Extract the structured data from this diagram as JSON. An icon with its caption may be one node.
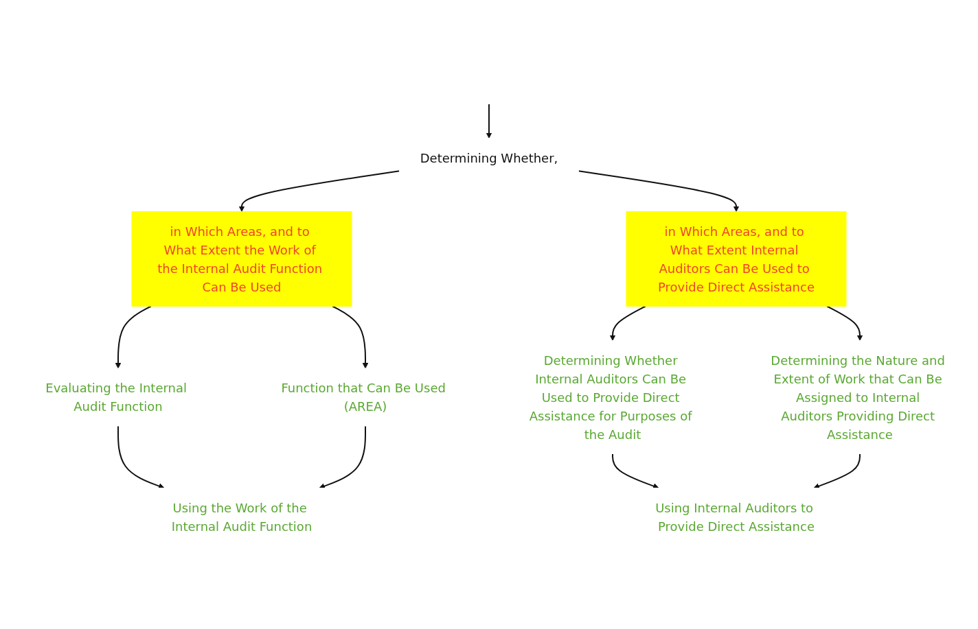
{
  "diagram": {
    "nodes": [
      {
        "text": [
          "Determining Whether,"
        ]
      },
      {
        "text": [
          "in Which Areas, and to What Extent the Work of the Internal Audit Function Can Be Used"
        ]
      },
      {
        "text": [
          "in Which Areas, and to What Extent Internal Auditors Can Be Used to Provide Direct Assistance"
        ]
      },
      {
        "text": [
          "Evaluating the Internal Audit Function"
        ]
      },
      {
        "text": [
          "Function that Can Be Used (AREA)"
        ]
      },
      {
        "text": [
          "Determining Whether Internal Auditors Can Be Used to Provide Direct Assistance for Purposes of the Audit"
        ]
      },
      {
        "text": [
          "Determining the Nature and Extent of Work that Can Be Assigned to Internal Auditors Providing Direct Assistance"
        ]
      },
      {
        "text": [
          "Using the Work of the Internal Audit Function"
        ]
      },
      {
        "text": [
          "Using Internal Auditors to Provide Direct Assistance"
        ]
      }
    ],
    "edges": [
      {
        "from": null,
        "to": 0,
        "arrow": "to"
      },
      {
        "from": 0,
        "to": 1,
        "arrow": "to"
      },
      {
        "from": 0,
        "to": 2,
        "arrow": "to"
      },
      {
        "from": 1,
        "to": 3,
        "arrow": "to"
      },
      {
        "from": 1,
        "to": 4,
        "arrow": "to"
      },
      {
        "from": 2,
        "to": 5,
        "arrow": "to"
      },
      {
        "from": 2,
        "to": 6,
        "arrow": "to"
      },
      {
        "from": 3,
        "to": 7,
        "arrow": "to"
      },
      {
        "from": 4,
        "to": 7,
        "arrow": "to"
      },
      {
        "from": 5,
        "to": 8,
        "arrow": "to"
      },
      {
        "from": 6,
        "to": 8,
        "arrow": "to"
      }
    ]
  }
}
